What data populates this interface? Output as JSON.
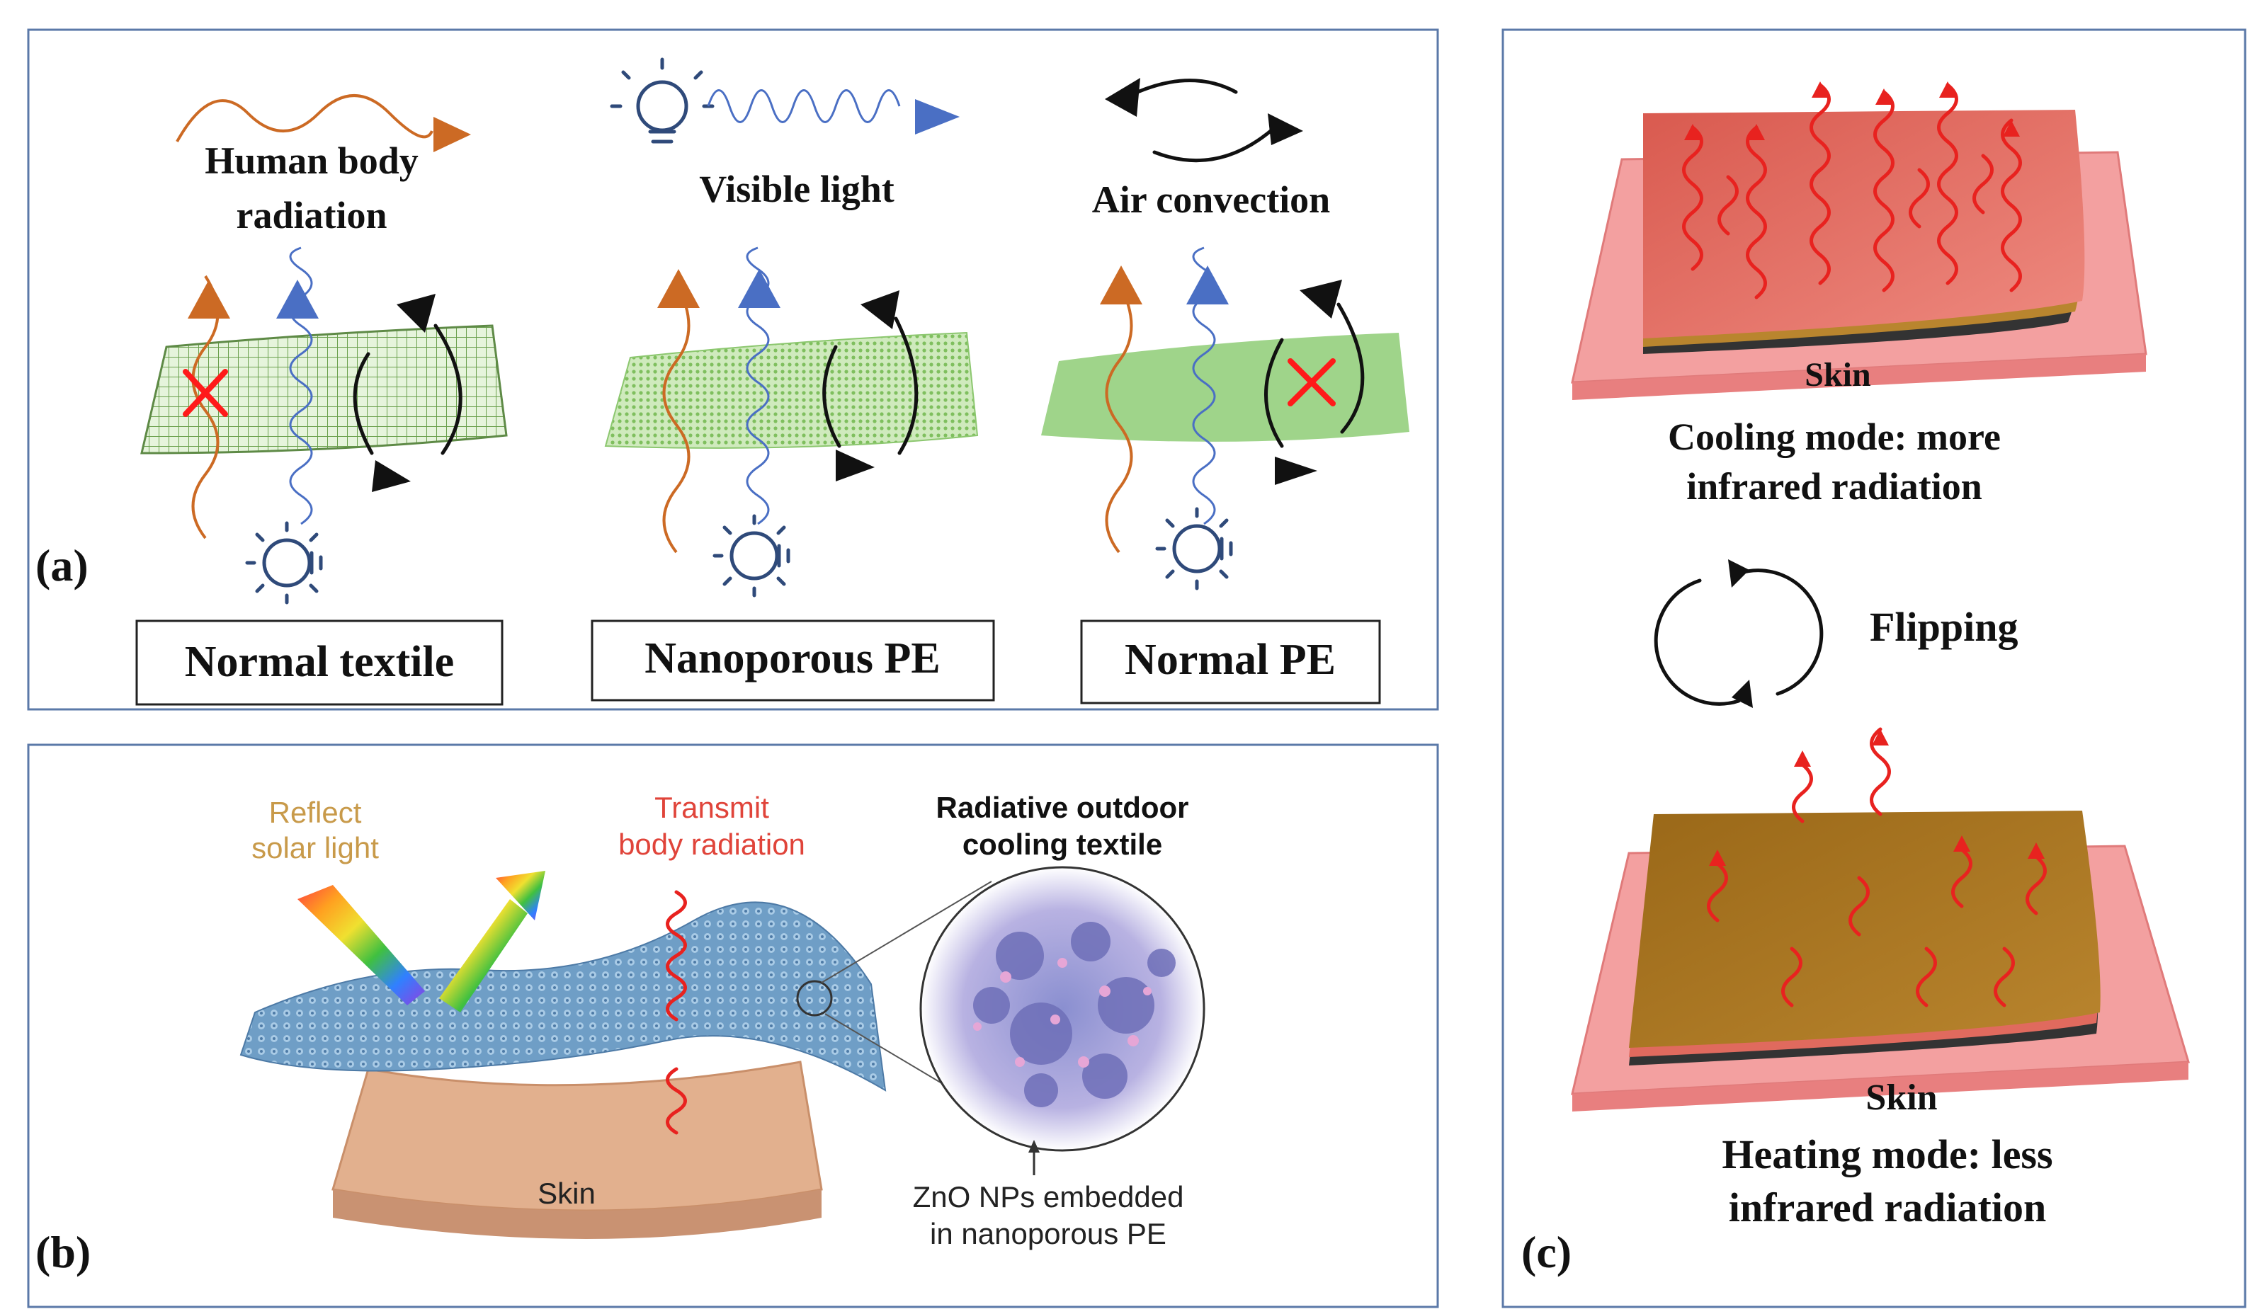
{
  "panel_a": {
    "label": "(a)",
    "legend": {
      "human_body_radiation_line1": "Human body",
      "human_body_radiation_line2": "radiation",
      "visible_light": "Visible light",
      "air_convection": "Air convection"
    },
    "materials": [
      "Normal textile",
      "Nanoporous PE",
      "Normal PE"
    ]
  },
  "panel_b": {
    "label": "(b)",
    "reflect_line1": "Reflect",
    "reflect_line2": "solar light",
    "transmit_line1": "Transmit",
    "transmit_line2": "body radiation",
    "title_line1": "Radiative outdoor",
    "title_line2": "cooling textile",
    "skin": "Skin",
    "zno_line1": "ZnO NPs embedded",
    "zno_line2": "in nanoporous PE"
  },
  "panel_c": {
    "label": "(c)",
    "skin_top": "Skin",
    "cooling_line1": "Cooling mode: more",
    "cooling_line2": "infrared radiation",
    "flipping": "Flipping",
    "skin_bottom": "Skin",
    "heating_line1": "Heating mode: less",
    "heating_line2": "infrared radiation"
  },
  "colors": {
    "panel_border": "#5b79a8",
    "body_radiation": "#cc6a24",
    "visible_light": "#4a6fc4",
    "textile_green": "#9fd48a",
    "reflect_text": "#c89a4a",
    "transmit_text": "#e0443a",
    "cooling_layer": "#e06a5e",
    "heating_layer": "#a0701e",
    "skin": "#f39a9a"
  }
}
